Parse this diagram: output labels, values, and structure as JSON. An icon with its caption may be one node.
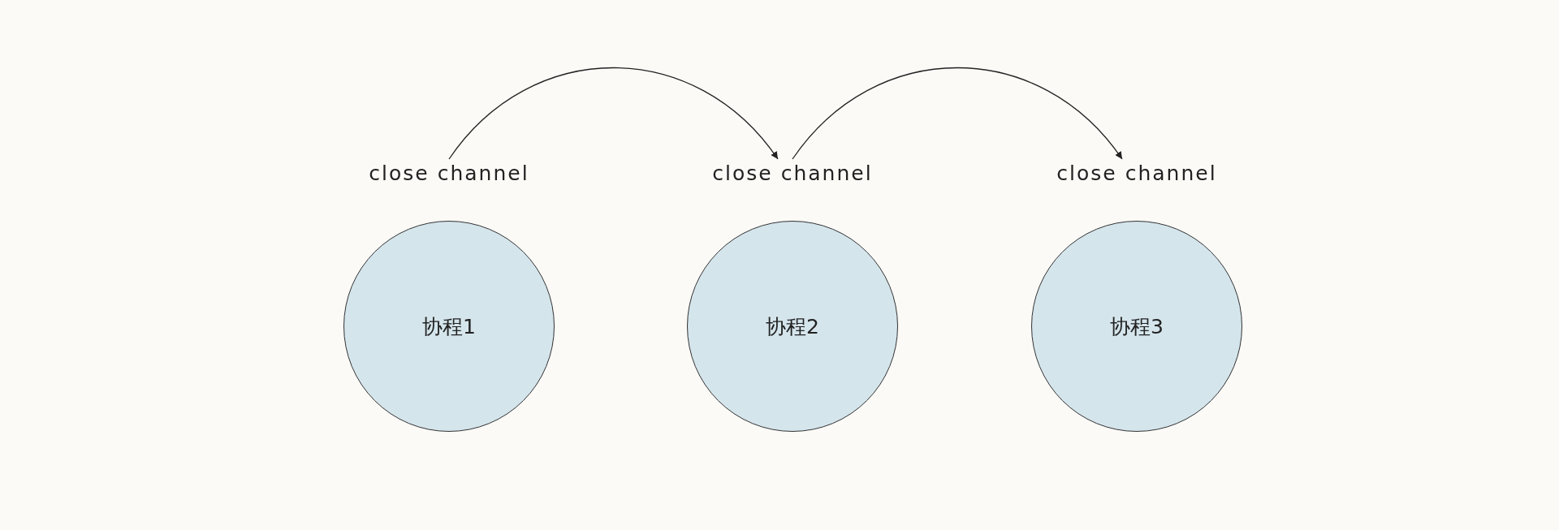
{
  "diagram": {
    "nodes": [
      {
        "text": [
          "close channel"
        ]
      },
      {
        "text": [
          "close channel"
        ]
      },
      {
        "text": [
          "close channel"
        ]
      },
      {
        "text": [
          "协程1"
        ]
      },
      {
        "text": [
          "协程2"
        ]
      },
      {
        "text": [
          "协程3"
        ]
      }
    ],
    "edges": [
      {
        "from": 0,
        "to": 1,
        "arrow": "to"
      },
      {
        "from": 1,
        "to": 2,
        "arrow": "to"
      }
    ]
  }
}
